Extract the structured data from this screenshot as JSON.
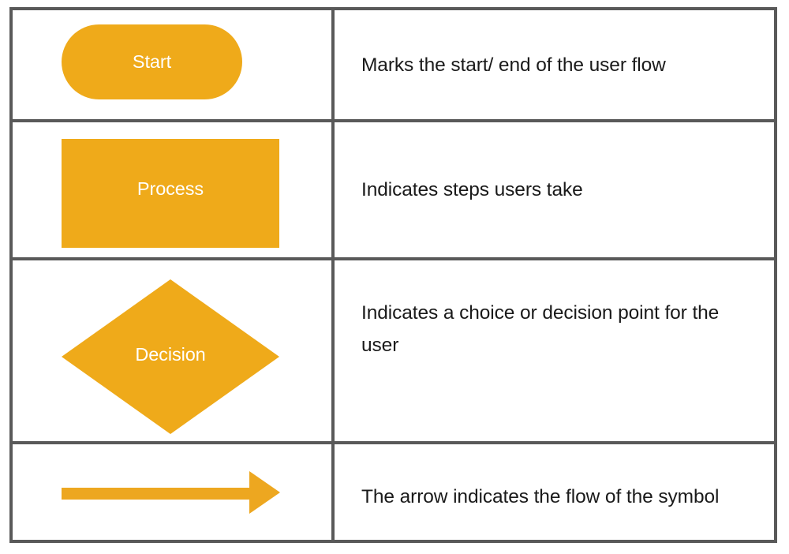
{
  "legend": {
    "title": "Flowchart symbol legend",
    "colors": {
      "symbol_fill": "#EFAA1A",
      "arrow_fill": "#EDA720",
      "border": "#595959",
      "label_text": "#FFFFFF",
      "description_text": "#1A1A1A",
      "background": "#FFFFFF"
    },
    "rows": [
      {
        "shape": "terminator",
        "shape_name": "rounded-rectangle-pill",
        "label": "Start",
        "description": "Marks the start/ end of the user flow"
      },
      {
        "shape": "process",
        "shape_name": "rectangle",
        "label": "Process",
        "description": "Indicates steps users take"
      },
      {
        "shape": "decision",
        "shape_name": "diamond",
        "label": "Decision",
        "description": "Indicates a choice or decision point for the user"
      },
      {
        "shape": "arrow",
        "shape_name": "right-arrow",
        "label": "",
        "description": "The arrow indicates the flow of the symbol"
      }
    ]
  }
}
